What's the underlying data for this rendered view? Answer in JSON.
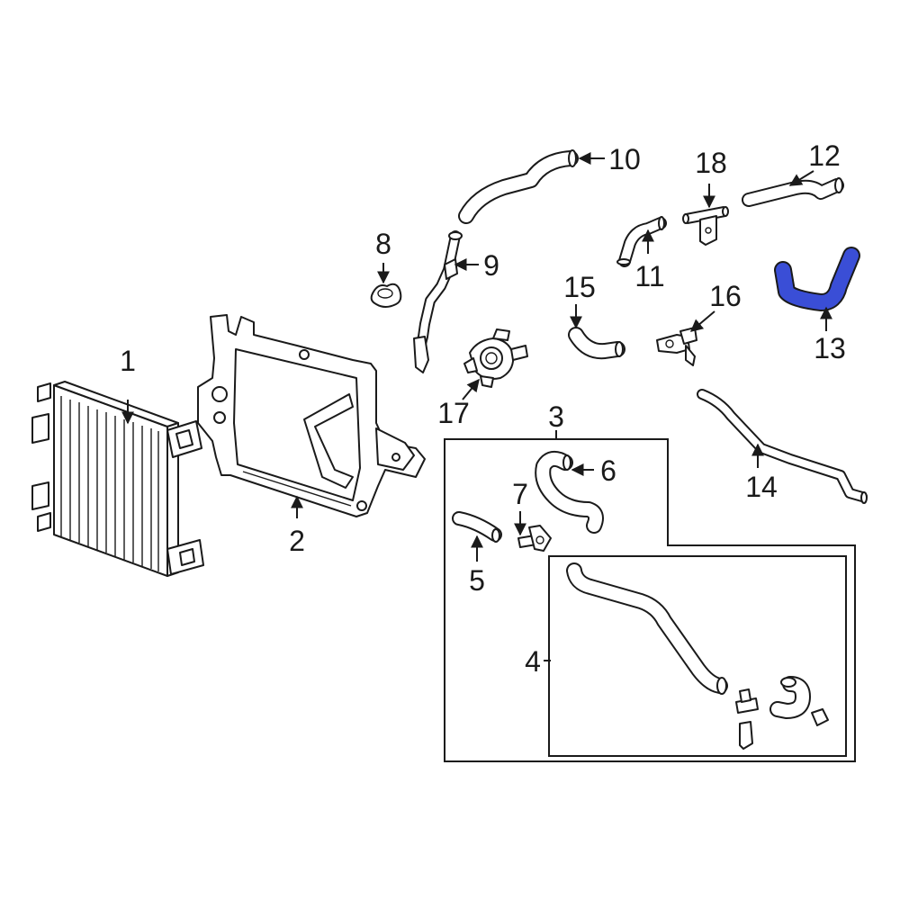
{
  "callouts": {
    "c1": "1",
    "c2": "2",
    "c3": "3",
    "c4": "4",
    "c5": "5",
    "c6": "6",
    "c7": "7",
    "c8": "8",
    "c9": "9",
    "c10": "10",
    "c11": "11",
    "c12": "12",
    "c13": "13",
    "c14": "14",
    "c15": "15",
    "c16": "16",
    "c17": "17",
    "c18": "18"
  },
  "colors": {
    "line": "#1a1a1a",
    "highlight": "#3a4ed6",
    "background": "#ffffff"
  },
  "highlighted_part": "13"
}
